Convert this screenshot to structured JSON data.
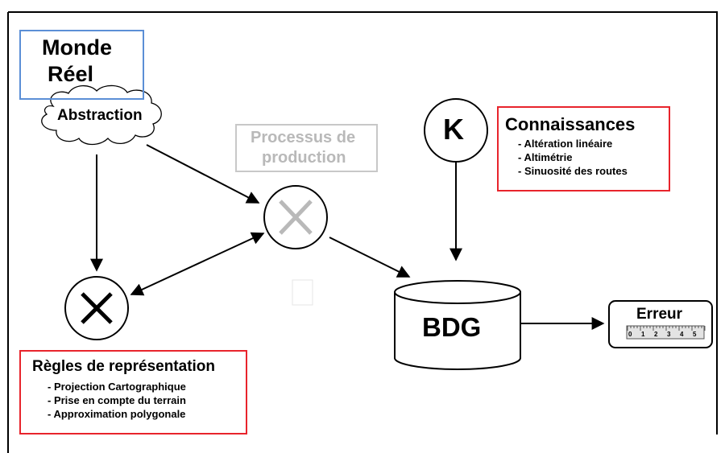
{
  "monde_reel": {
    "line1": "Monde",
    "line2": "Réel"
  },
  "abstraction": "Abstraction",
  "processus": {
    "line1": "Processus de",
    "line2": "production"
  },
  "k_label": "K",
  "connaissances": {
    "title": "Connaissances",
    "items": [
      "- Altération linéaire",
      "- Altimétrie",
      "- Sinuosité des routes"
    ]
  },
  "regles": {
    "title": "Règles de représentation",
    "items": [
      "- Projection Cartographique",
      "- Prise en compte du terrain",
      "- Approximation polygonale"
    ]
  },
  "bdg": "BDG",
  "erreur": {
    "title": "Erreur",
    "ruler_ticks": [
      "0",
      "1",
      "2",
      "3",
      "4",
      "5"
    ]
  },
  "colors": {
    "blue_box": "#5b8fd6",
    "red_box": "#e8242c",
    "grey": "#b9b9b9"
  }
}
